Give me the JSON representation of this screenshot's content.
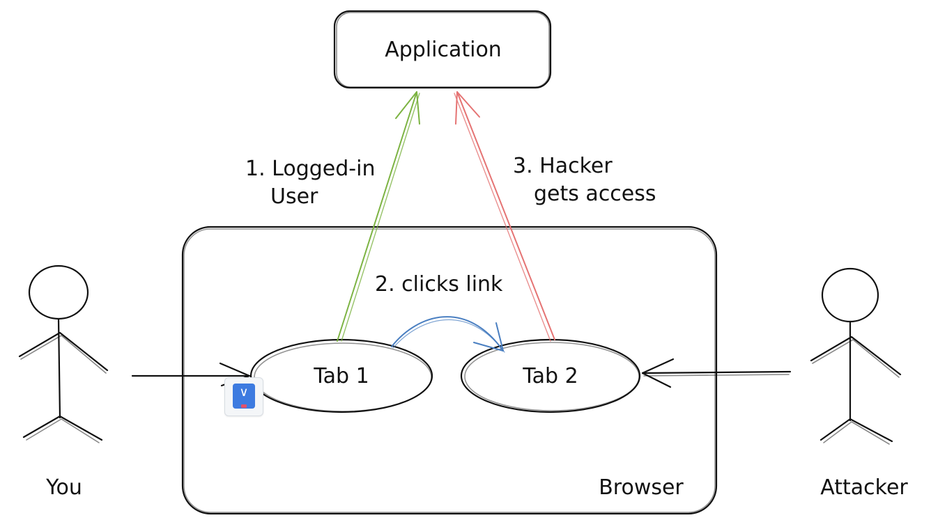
{
  "nodes": {
    "application": "Application",
    "tab1": "Tab 1",
    "tab2": "Tab 2",
    "browser": "Browser"
  },
  "actors": {
    "you": "You",
    "attacker": "Attacker"
  },
  "edges": {
    "step1_line1": "1. Logged-in",
    "step1_line2": "User",
    "step2": "2. clicks link",
    "step3_line1": "3. Hacker",
    "step3_line2": "gets access"
  },
  "colors": {
    "ink": "#111111",
    "login_arrow": "#7cb342",
    "attack_arrow": "#e57373",
    "click_arrow": "#4a7fc1",
    "extension_badge": "#3d7be0"
  },
  "icons": {
    "extension": "download-extension-icon"
  }
}
